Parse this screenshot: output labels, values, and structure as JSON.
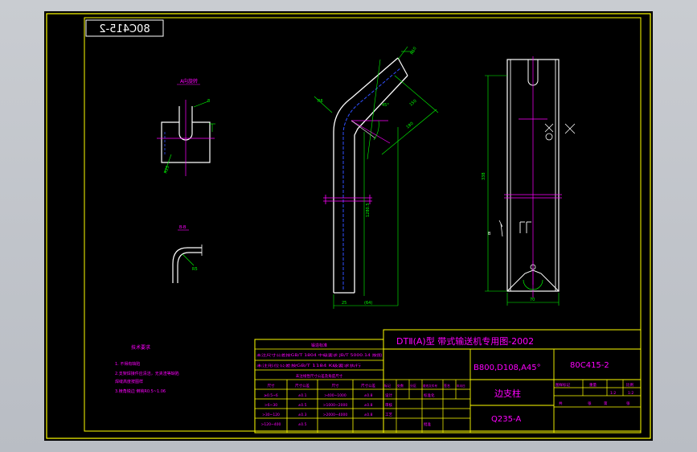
{
  "drawing": {
    "code_mirrored": "80C415-2",
    "view_a_label": "A向旋转",
    "section_label": "B-B",
    "dimensions": {
      "r_top": "R10",
      "angle": "45°",
      "len_a": "180",
      "len_b": "150",
      "len_main": "1280.5",
      "width_bottom": "25",
      "width_bottom_b": "(64)",
      "height_side": "338",
      "width_side": "70",
      "small_a": "R6",
      "small_b": "R25",
      "section_r": "R5",
      "top_r": "8"
    },
    "side_b_marker": "B",
    "tech_title": "技术要求",
    "tech_notes": [
      "1. 不得有缺陷",
      "2.支架焊接件应清洁，无夹渣等缺陷",
      "   焊缝高度按图样",
      "3.棱角锐边 倒钝R0.5~1.06"
    ]
  },
  "tolerance_table": {
    "header": "锻造标准",
    "row1": "未注尺寸公差按GB/T 1804 中级要求 JB/T 5000.14 按图",
    "row2": "未注形位公差按GB/T 1184 K级要求执行",
    "subheader": "未注线性尺寸公差及角度尺寸",
    "cols": [
      "尺寸",
      "尺寸公差",
      "尺寸",
      "尺寸公差"
    ],
    "rows": [
      [
        "≥0.5~6",
        "±0.1",
        ">400~1000",
        "±0.8"
      ],
      [
        ">6~30",
        "±0.5",
        ">1000~2000",
        "±0.8"
      ],
      [
        ">30~120",
        "±0.3",
        ">2000~4000",
        "±0.8"
      ],
      [
        ">120~400",
        "±0.5",
        "",
        ""
      ]
    ]
  },
  "title_block": {
    "main_title": "DTⅡ(A)型  带式输送机专用图-2002",
    "spec": "B800,D108,A45°",
    "code": "80C415-2",
    "part_name": "边支柱",
    "material": "Q235-A",
    "rev_labels": [
      "标记",
      "处数",
      "分区",
      "更改文件号",
      "签名",
      "年月日"
    ],
    "role_labels": [
      "设计",
      "审核",
      "工艺"
    ],
    "standardize": "标准化",
    "approve": "批准",
    "stage_label": "图样标记",
    "weight_label": "重量",
    "scale_label": "比例",
    "scale_value": "1:2",
    "sheet_word": "共",
    "sheet_word2": "张",
    "page_word": "第",
    "page_word2": "张",
    "qty_value": "1:2"
  },
  "colors": {
    "frame": "#ffff00",
    "line": "#ffffff",
    "dim": "#00ff00",
    "center": "#ff00ff",
    "hidden": "#3050ff",
    "text_mag": "#ff00ff"
  }
}
